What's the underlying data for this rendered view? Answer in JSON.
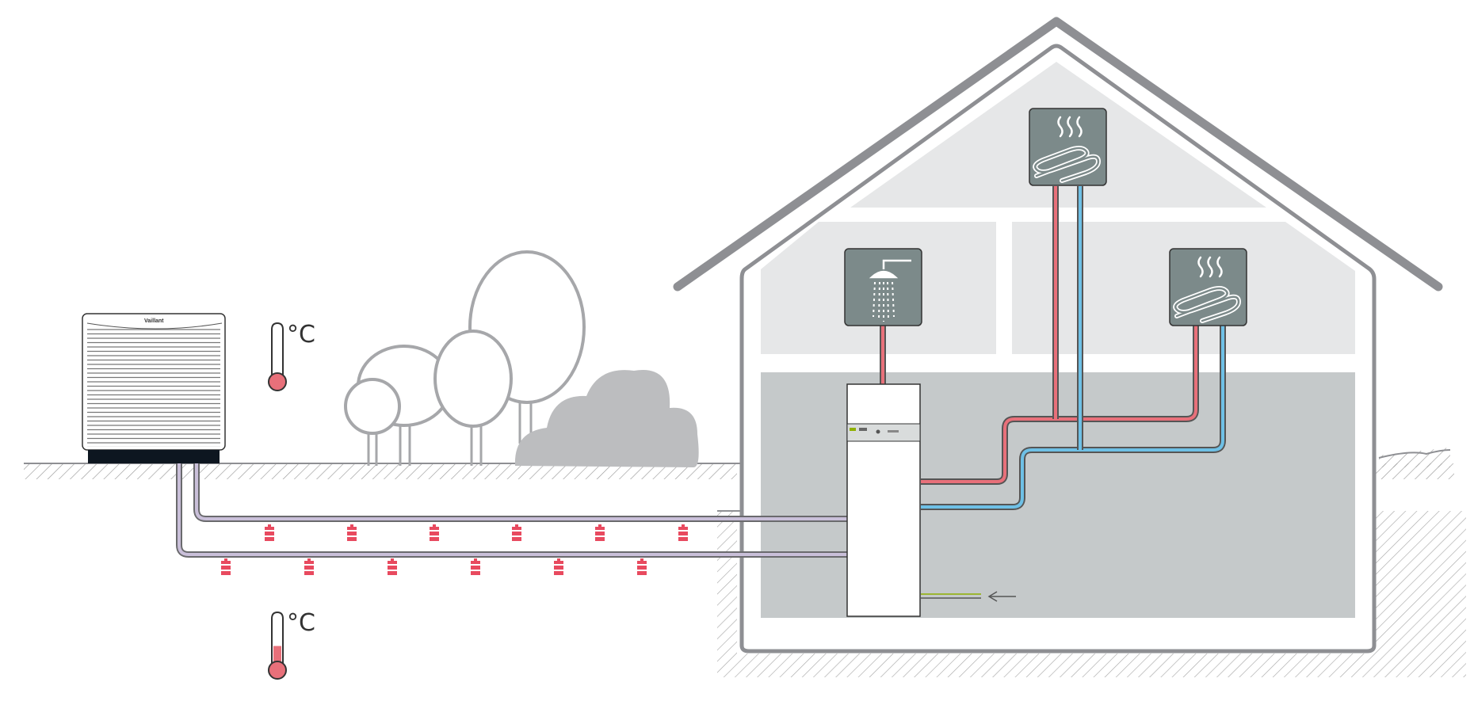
{
  "thermometers": {
    "air": {
      "unit_label": "°C",
      "level": 0.08
    },
    "ground": {
      "unit_label": "°C",
      "level": 0.45
    }
  },
  "outdoor_unit": {
    "brand_label": "Vaillant"
  },
  "icons": {
    "shower": "shower-icon",
    "floor_heating": "underfloor-heating-icon",
    "thermometer": "thermometer-icon"
  },
  "colors": {
    "flow": "#e8707a",
    "return": "#6ec0e6",
    "brine": "#c9bfd9",
    "wall": "#8e8f93",
    "room": "#e6e7e8",
    "basement": "#c5c9ca",
    "panel": "#7c8a8a",
    "collector": "#e84a5f",
    "indicator": "#8fb000"
  }
}
